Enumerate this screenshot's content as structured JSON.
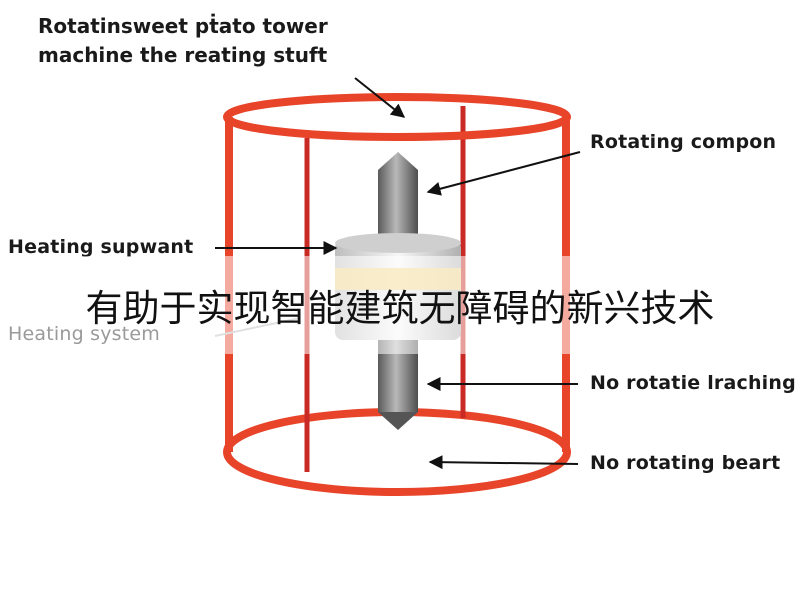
{
  "title": {
    "line1": "Rotatinsweet pṫato tower",
    "line2": "machine the reating stuft"
  },
  "labels": {
    "rotating_component": "Rotating compon",
    "heating_support": "Heating supwant",
    "heating_system": "Heating system",
    "no_rotating_machine": "No rotatie lraching",
    "no_rotating_bearing": "No rotating beart"
  },
  "overlay_caption": "有助于实现智能建筑无障碍的新兴技术",
  "colors": {
    "frame": "#e8442a",
    "frame_dark": "#c92a24",
    "shaft": "#6f6f6f",
    "hub": "#e4e4e4",
    "band": "#f3d27a"
  }
}
